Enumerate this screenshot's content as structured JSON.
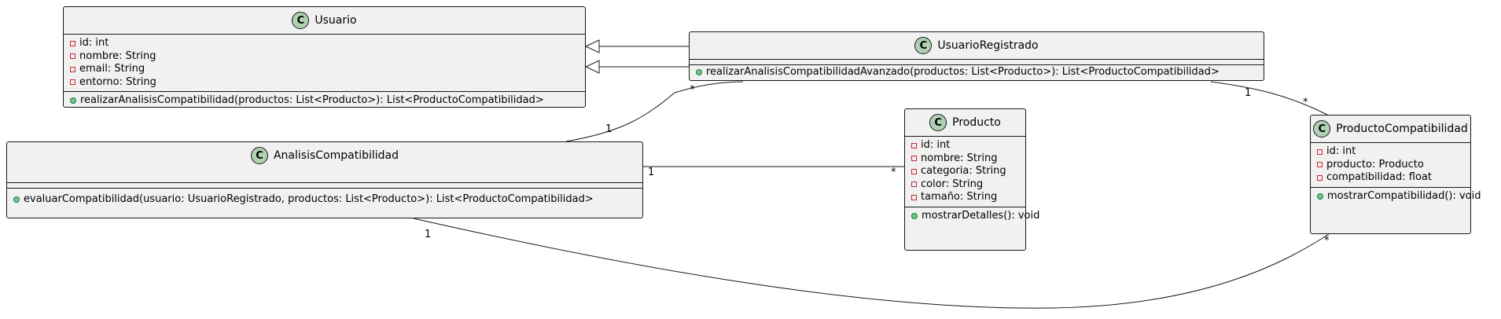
{
  "classes": {
    "usuario": {
      "stereotype": "C",
      "name": "Usuario",
      "attributes": [
        "id: int",
        "nombre: String",
        "email: String",
        "entorno: String"
      ],
      "methods": [
        "realizarAnalisisCompatibilidad(productos: List<Producto>): List<ProductoCompatibilidad>"
      ]
    },
    "usuario_registrado": {
      "stereotype": "C",
      "name": "UsuarioRegistrado",
      "attributes": [],
      "methods": [
        "realizarAnalisisCompatibilidadAvanzado(productos: List<Producto>): List<ProductoCompatibilidad>"
      ]
    },
    "analisis": {
      "stereotype": "C",
      "name": "AnalisisCompatibilidad",
      "attributes": [],
      "methods": [
        "evaluarCompatibilidad(usuario: UsuarioRegistrado, productos: List<Producto>): List<ProductoCompatibilidad>"
      ]
    },
    "producto": {
      "stereotype": "C",
      "name": "Producto",
      "attributes": [
        "id: int",
        "nombre: String",
        "categoria: String",
        "color: String",
        "tamaño: String"
      ],
      "methods": [
        "mostrarDetalles(): void"
      ]
    },
    "producto_compat": {
      "stereotype": "C",
      "name": "ProductoCompatibilidad",
      "attributes": [
        "id: int",
        "producto: Producto",
        "compatibilidad: float"
      ],
      "methods": [
        "mostrarCompatibilidad(): void"
      ]
    }
  },
  "multiplicities": {
    "analisis_ur_star": "*",
    "analisis_ur_one": "1",
    "ur_pc_one": "1",
    "ur_pc_star": "*",
    "analisis_prod_one": "1",
    "analisis_prod_star": "*",
    "analisis_pc_one": "1",
    "analisis_pc_star": "*"
  },
  "colors": {
    "box_fill": "#f1f1f1",
    "border": "#181818",
    "badge": "#add1b2",
    "private_marker": "#c82930",
    "public_marker": "#84be84"
  }
}
